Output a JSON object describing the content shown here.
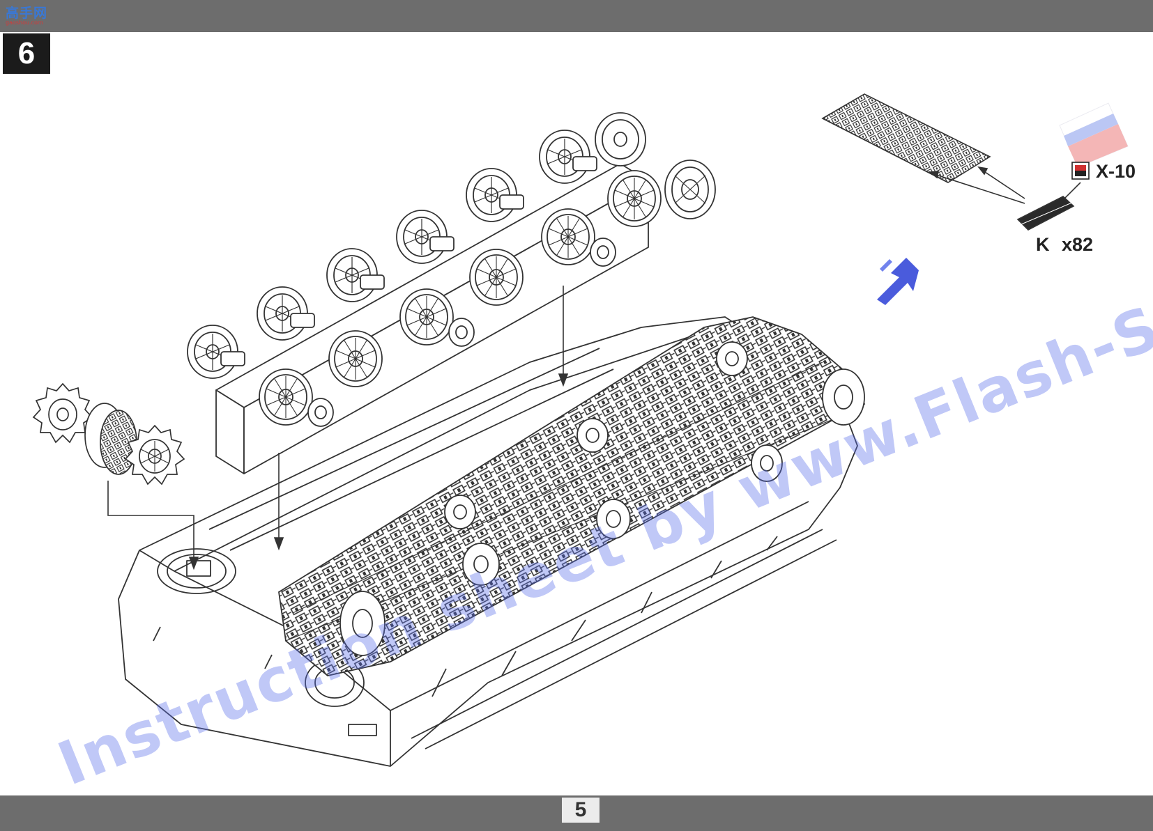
{
  "header": {
    "site_logo_text": "高手网",
    "site_logo_url": "gaoshou.com",
    "step_number": "6"
  },
  "parts": {
    "tool_code": "X-10",
    "track_part": "K",
    "track_quantity": "x82"
  },
  "watermark_text": "Instruction sheet by www.Flash-Sevastopol, Russia",
  "footer": {
    "page_number": "5"
  },
  "colors": {
    "bar_gray": "#6d6d6d",
    "line_art": "#333333",
    "watermark_blue": "#5a6eeb",
    "arrow_blue": "#2b3fd6",
    "flag_red": "#e03030"
  }
}
